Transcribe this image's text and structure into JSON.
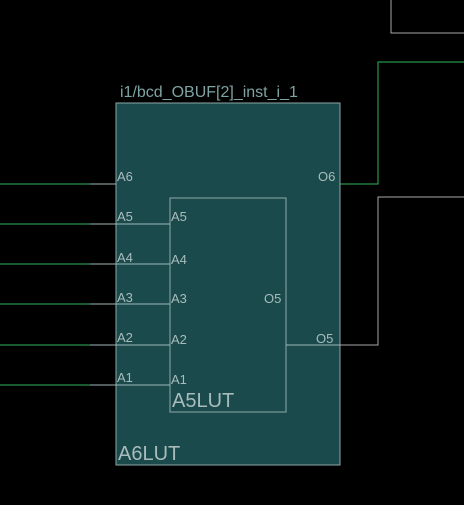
{
  "cell_title": "i1/bcd_OBUF[2]_inst_i_1",
  "outer_cell": {
    "label": "A6LUT",
    "inputs": [
      "A6",
      "A5",
      "A4",
      "A3",
      "A2",
      "A1"
    ],
    "outputs": [
      "O6",
      "O5"
    ]
  },
  "inner_cell": {
    "label": "A5LUT",
    "inputs": [
      "A5",
      "A4",
      "A3",
      "A2",
      "A1"
    ],
    "output": "O5"
  },
  "colors": {
    "background": "#000000",
    "cell_fill": "#1a4a4c",
    "cell_stroke": "#8fa8a8",
    "net_green": "#2fb85a",
    "net_white": "#a8a8a8"
  }
}
